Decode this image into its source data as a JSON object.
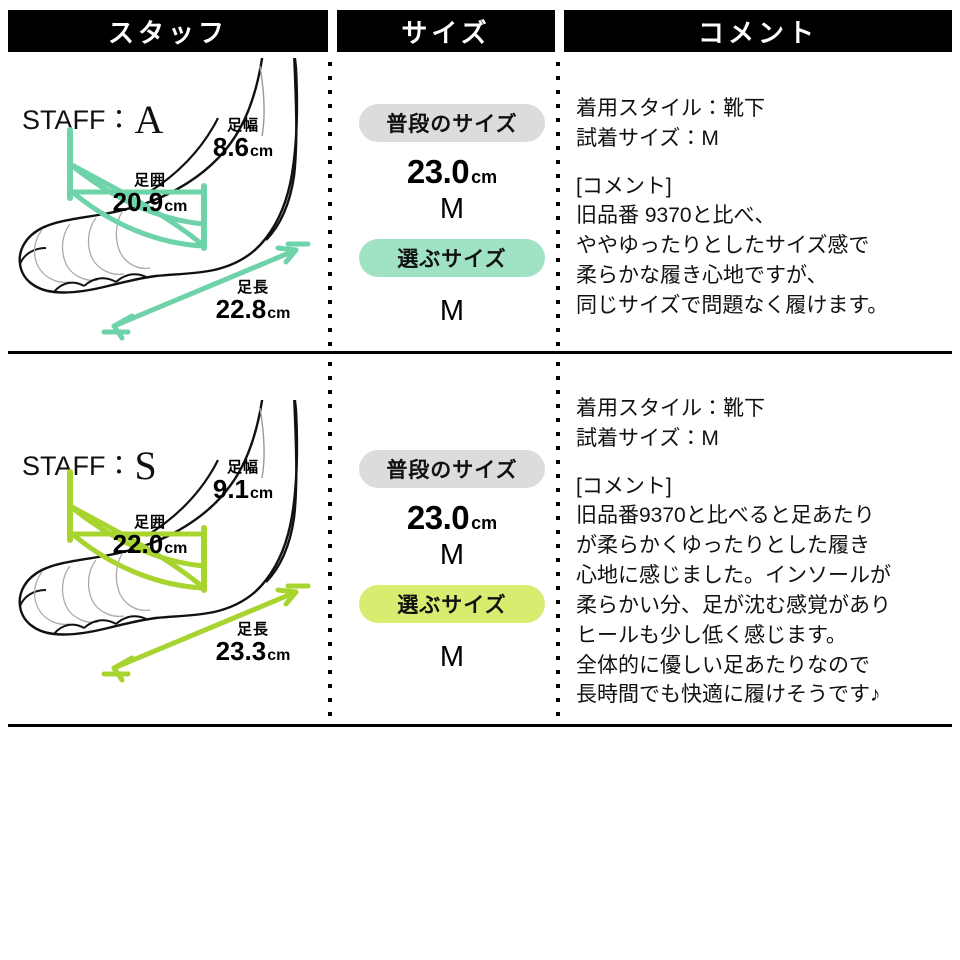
{
  "table": {
    "headers": [
      {
        "label": "スタッフ",
        "name": "column-header-staff"
      },
      {
        "label": "サイズ",
        "name": "column-header-size"
      },
      {
        "label": "コメント",
        "name": "column-header-comment"
      }
    ],
    "rows": [
      {
        "staff": {
          "prefix": "STAFF：",
          "initial": "A"
        },
        "measurements": {
          "width_label": "足幅",
          "width_value": "8.6",
          "width_unit": "cm",
          "girth_label": "足囲",
          "girth_value": "20.9",
          "girth_unit": "cm",
          "length_label": "足長",
          "length_value": "22.8",
          "length_unit": "cm"
        },
        "size": {
          "usual_label": "普段のサイズ",
          "usual_value": "23.0",
          "usual_unit": "cm",
          "usual_letter": "M",
          "pick_label": "選ぶサイズ",
          "pick_value": "M"
        },
        "comment": {
          "style_line": "着用スタイル：靴下",
          "fitting_line": "試着サイズ：M",
          "heading": "[コメント]",
          "body": "旧品番 9370と比べ、\nややゆったりとしたサイズ感で\n柔らかな履き心地ですが、\n同じサイズで問題なく履けます。"
        },
        "accent_color": "#6ed3a8",
        "pill_color": "#9fe3c4"
      },
      {
        "staff": {
          "prefix": "STAFF：",
          "initial": "S"
        },
        "measurements": {
          "width_label": "足幅",
          "width_value": "9.1",
          "width_unit": "cm",
          "girth_label": "足囲",
          "girth_value": "22.0",
          "girth_unit": "cm",
          "length_label": "足長",
          "length_value": "23.3",
          "length_unit": "cm"
        },
        "size": {
          "usual_label": "普段のサイズ",
          "usual_value": "23.0",
          "usual_unit": "cm",
          "usual_letter": "M",
          "pick_label": "選ぶサイズ",
          "pick_value": "M"
        },
        "comment": {
          "style_line": "着用スタイル：靴下",
          "fitting_line": "試着サイズ：M",
          "heading": "[コメント]",
          "body": "旧品番9370と比べると足あたり\nが柔らかくゆったりとした履き\n心地に感じました。インソールが\n柔らかい分、足が沈む感覚があり\nヒールも少し低く感じます。\n全体的に優しい足あたりなので\n長時間でも快適に履けそうです♪"
        },
        "accent_color": "#a8d430",
        "pill_color": "#d8ed70"
      }
    ],
    "usual_pill_color": "#dcdcdc",
    "header_bg": "#000000",
    "header_fg": "#ffffff",
    "rule_color": "#000000"
  }
}
